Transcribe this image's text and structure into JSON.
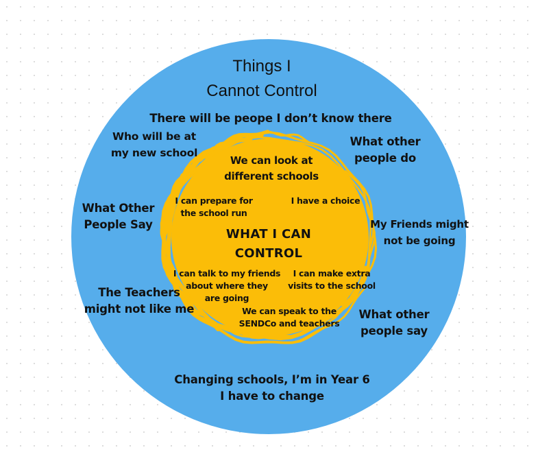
{
  "outer_circle": {
    "color": "#56adeb",
    "title": "Things I\nCannot Control",
    "items": [
      "There will be peope I don’t know there",
      "Who will be at\nmy new school",
      "What other\npeople do",
      "What Other\nPeople Say",
      "My Friends might\nnot be going",
      "The Teachers\nmight not like me",
      "What other\npeople say",
      "Changing schools, I’m in Year 6\nI have to change"
    ]
  },
  "inner_circle": {
    "color": "#fbbd08",
    "title": "WHAT I CAN\nCONTROL",
    "items": [
      "We can look at\ndifferent schools",
      "I can prepare for\nthe school run",
      "I have a  choice",
      "I can talk to my friends\nabout where they\nare going",
      "I can make extra\nvisits to the school",
      "We can speak to the\nSENDCo and teachers"
    ]
  }
}
